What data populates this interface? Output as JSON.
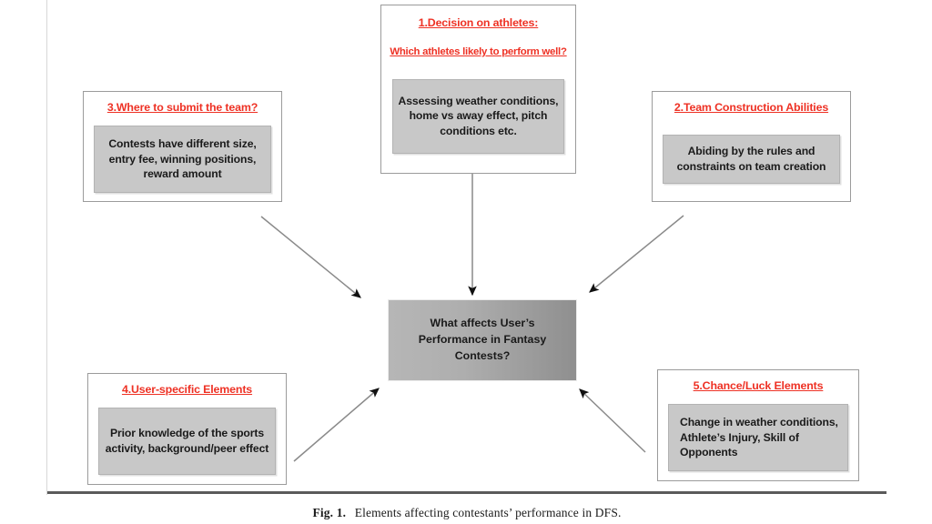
{
  "figure": {
    "caption_label": "Fig. 1.",
    "caption_text": "Elements affecting contestants’ performance in DFS."
  },
  "colors": {
    "title_red": "#ee3124",
    "panel_gray": "#c8c8c8",
    "hub_gradient_start": "#b6b6b6",
    "hub_gradient_end": "#8f8f8f",
    "box_border": "#9b9b9b",
    "arrow": "#7f7f7f"
  },
  "hub": {
    "text": "What affects User’s Performance in Fantasy Contests?"
  },
  "nodes": [
    {
      "id": "decision-on-athletes",
      "title": "1.Decision on athletes:",
      "subtitle": "Which athletes likely to perform well?",
      "body": "Assessing weather conditions, home vs away effect, pitch conditions etc.",
      "align": "center"
    },
    {
      "id": "team-construction-abilities",
      "title": "2.Team Construction Abilities",
      "subtitle": "",
      "body": "Abiding by the rules and constraints on team creation",
      "align": "center"
    },
    {
      "id": "where-to-submit-the-team",
      "title": "3.Where to submit the team?",
      "subtitle": "",
      "body": "Contests have different size, entry fee, winning positions, reward amount",
      "align": "center"
    },
    {
      "id": "user-specific-elements",
      "title": "4.User-specific Elements",
      "subtitle": "",
      "body": "Prior knowledge of the sports activity, background/peer effect",
      "align": "center"
    },
    {
      "id": "chance-luck-elements",
      "title": "5.Chance/Luck Elements",
      "subtitle": "",
      "body": "Change in weather conditions, Athlete’s Injury, Skill of Opponents",
      "align": "left"
    }
  ],
  "arrows": [
    {
      "id": "arrow-decision-to-hub",
      "from": "decision-on-athletes",
      "to": "hub"
    },
    {
      "id": "arrow-submit-to-hub",
      "from": "where-to-submit-the-team",
      "to": "hub"
    },
    {
      "id": "arrow-team-construction-to-hub",
      "from": "team-construction-abilities",
      "to": "hub"
    },
    {
      "id": "arrow-user-specific-to-hub",
      "from": "user-specific-elements",
      "to": "hub"
    },
    {
      "id": "arrow-chance-luck-to-hub",
      "from": "chance-luck-elements",
      "to": "hub"
    }
  ]
}
